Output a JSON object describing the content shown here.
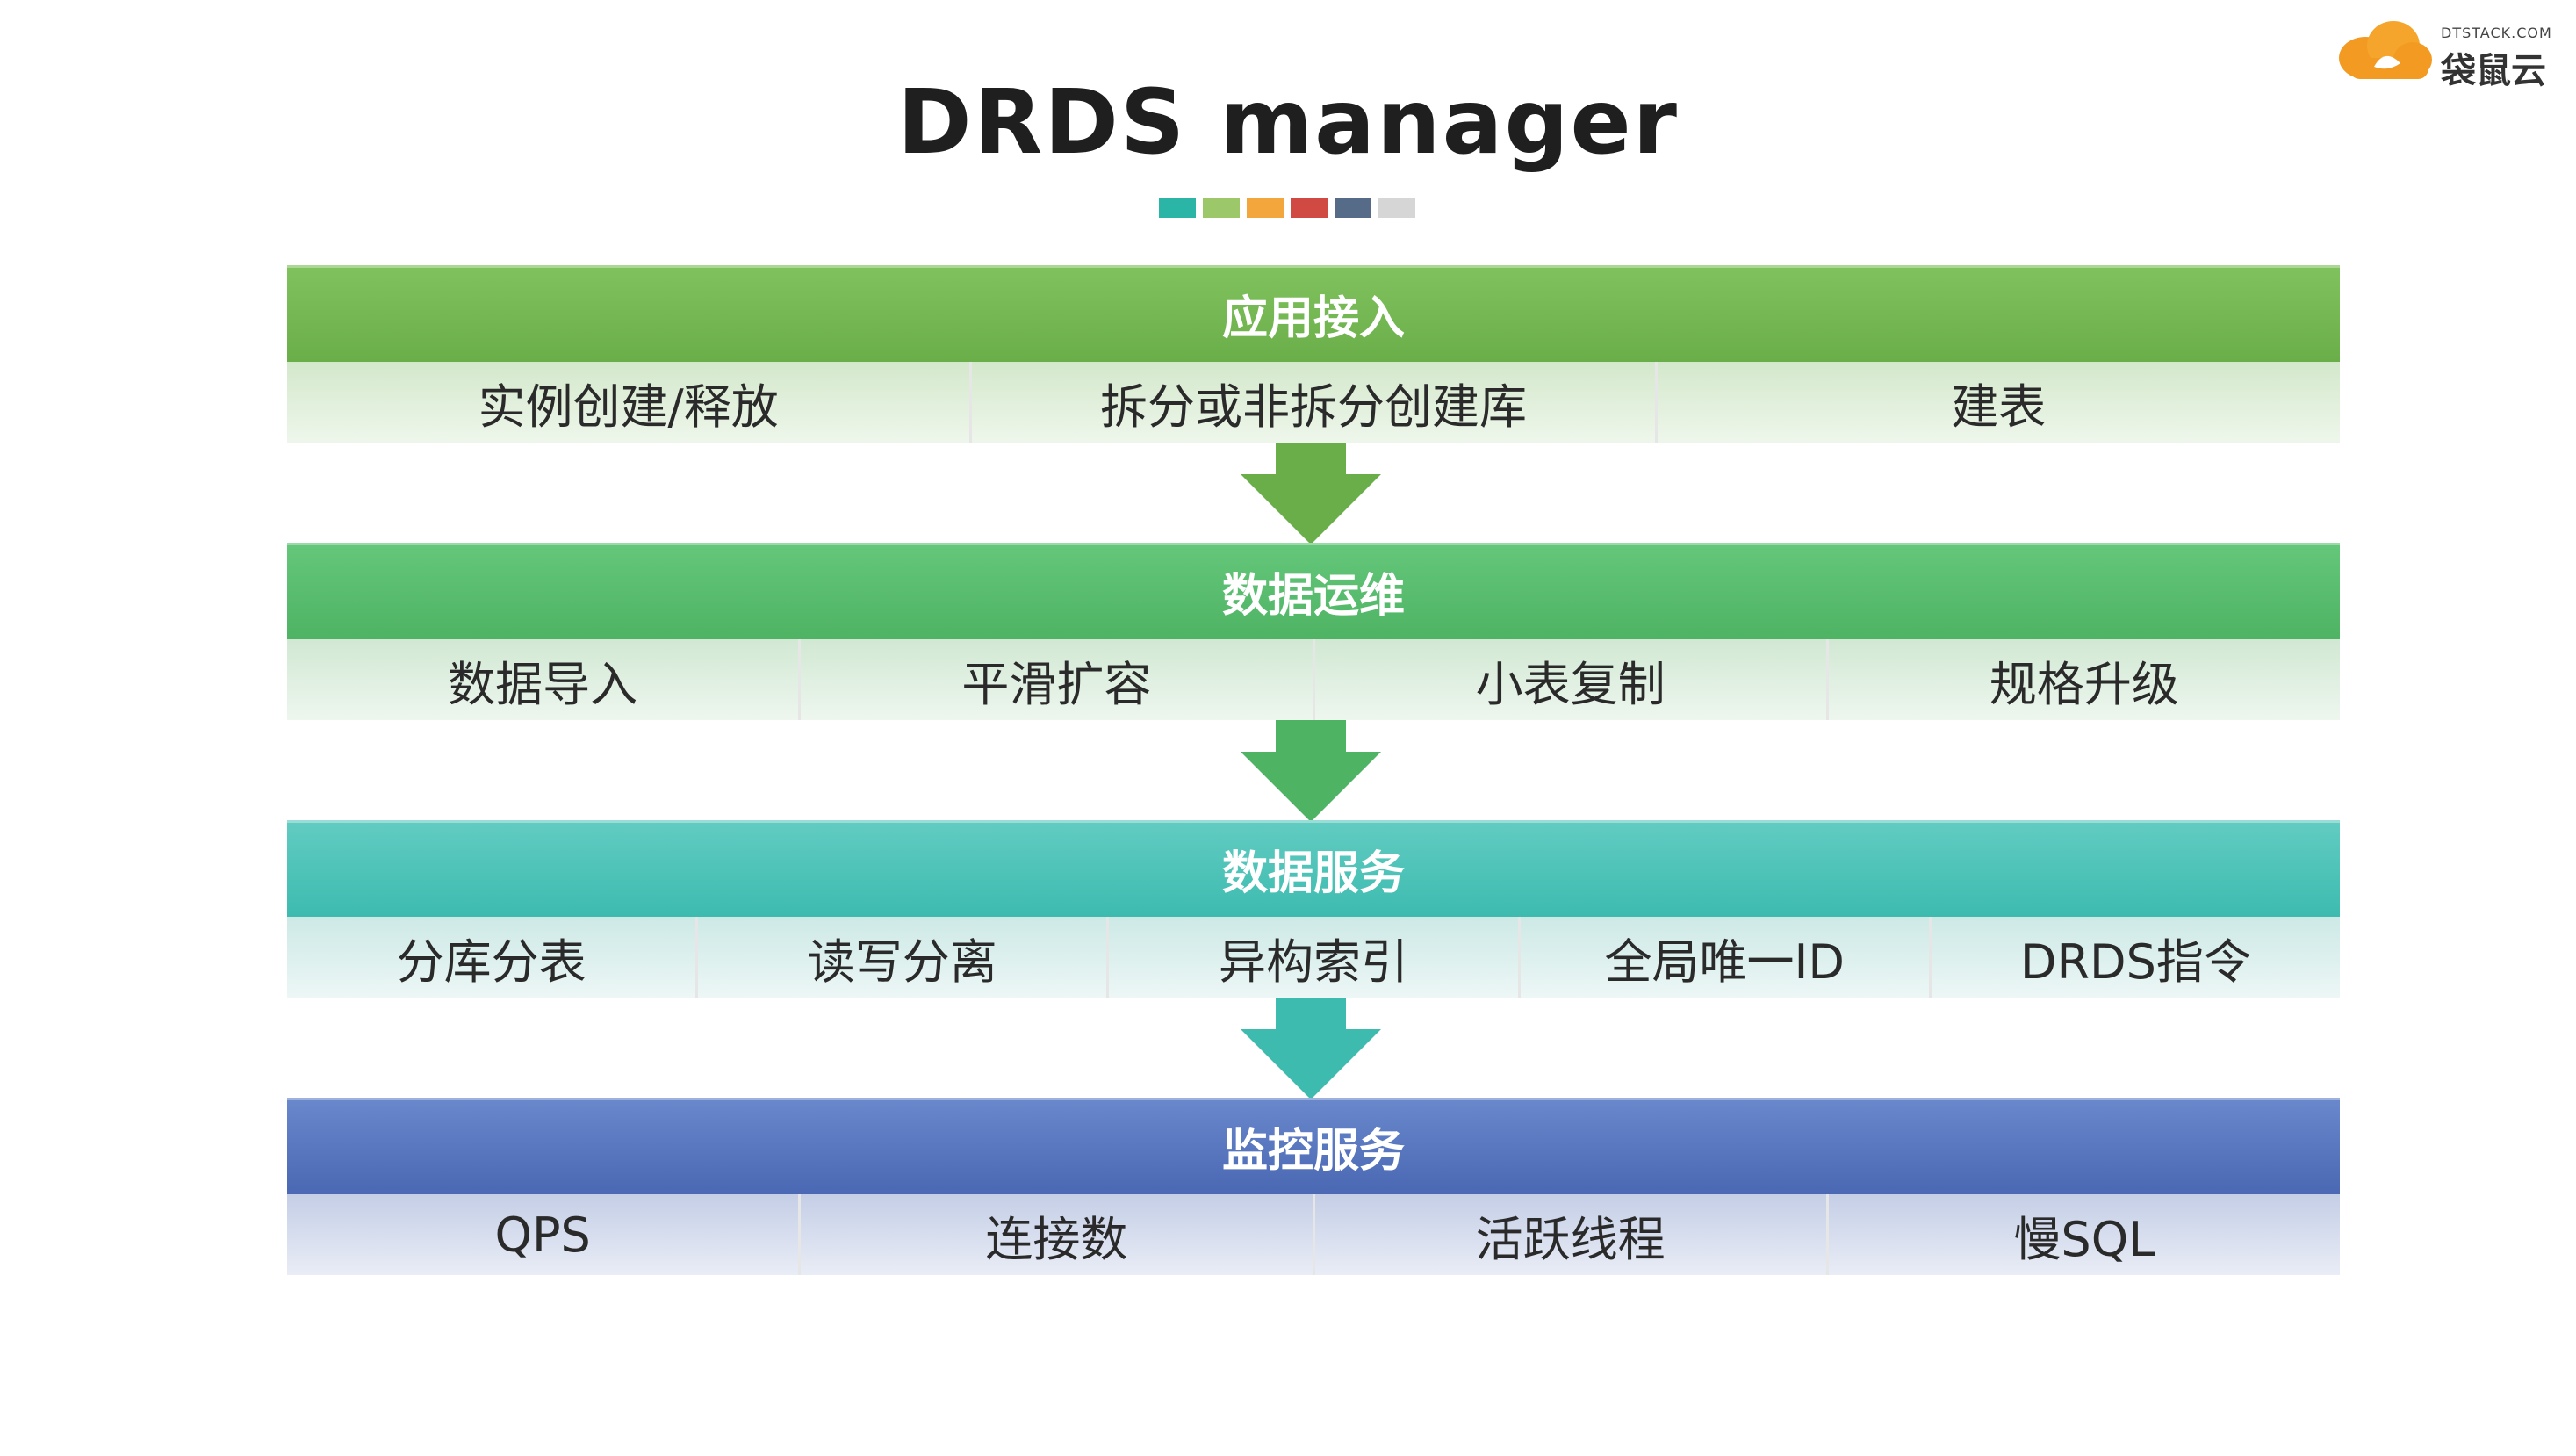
{
  "logo": {
    "small_text": "DTSTACK.COM",
    "name": "袋鼠云"
  },
  "title": "DRDS manager",
  "swatch_colors": [
    "#2bb5a6",
    "#9cc86a",
    "#f2a63c",
    "#d04a43",
    "#566b87",
    "#d6d6d6"
  ],
  "sections": [
    {
      "header": "应用接入",
      "header_color": "#6aae4a",
      "header_color_light": "#80c25e",
      "cell_color": "#d3e8cb",
      "arrow_color": "#6aae4a",
      "items": [
        "实例创建/释放",
        "拆分或非拆分创建库",
        "建表"
      ]
    },
    {
      "header": "数据运维",
      "header_color": "#4fb364",
      "header_color_light": "#64c77a",
      "cell_color": "#d1e8d3",
      "arrow_color": "#4fb364",
      "items": [
        "数据导入",
        "平滑扩容",
        "小表复制",
        "规格升级"
      ]
    },
    {
      "header": "数据服务",
      "header_color": "#3dbbaf",
      "header_color_light": "#62ccc2",
      "cell_color": "#cde9e6",
      "arrow_color": "#3dbbaf",
      "items": [
        "分库分表",
        "读写分离",
        "异构索引",
        "全局唯一ID",
        "DRDS指令"
      ]
    },
    {
      "header": "监控服务",
      "header_color": "#4a68b3",
      "header_color_light": "#6a88cc",
      "cell_color": "#c4cee6",
      "items": [
        "QPS",
        "连接数",
        "活跃线程",
        "慢SQL"
      ]
    }
  ]
}
